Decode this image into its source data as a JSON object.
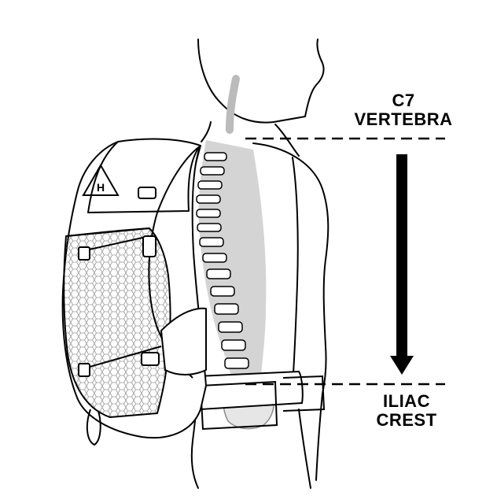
{
  "labels": {
    "top": {
      "line1": "C7",
      "line2": "VERTEBRA"
    },
    "bottom": {
      "line1": "ILIAC",
      "line2": "CREST"
    }
  },
  "colors": {
    "line": "#000000",
    "spine_shade": "#d4d4d4",
    "mesh_shade": "#e8e8e8",
    "background": "#ffffff"
  },
  "icons": {
    "logo": "hyperlite-triangle-logo"
  }
}
